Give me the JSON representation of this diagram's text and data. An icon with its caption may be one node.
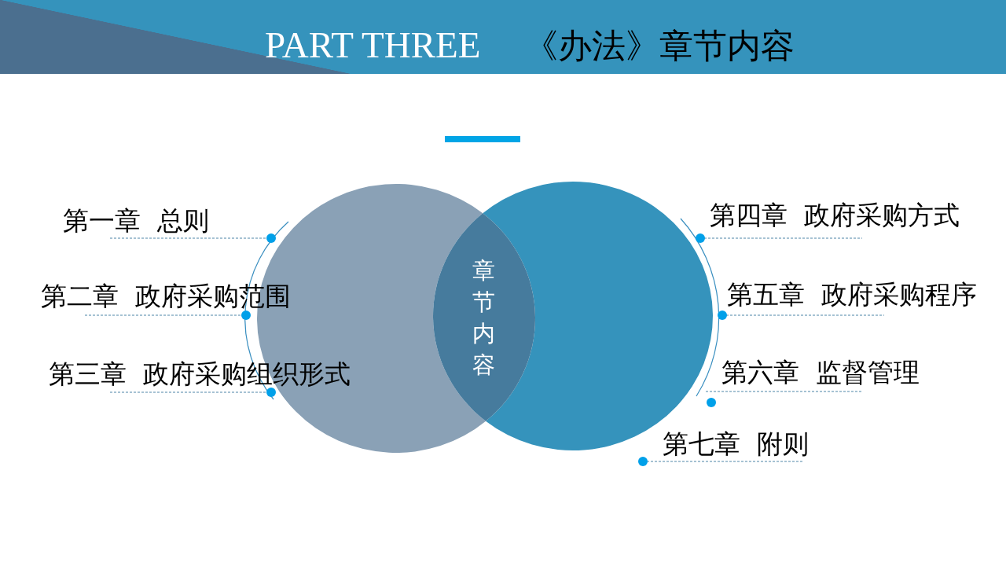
{
  "diagram": {
    "title": "PART THREE    《办法》章节内容",
    "nodes": [
      {
        "text": [],
        "shape": "circle"
      },
      {
        "text": [
          "章节内容"
        ]
      },
      {
        "text": [],
        "shape": "circle"
      }
    ],
    "labels": [
      "第一章  总则",
      "第二章  政府采购范围",
      "第三章  政府采购组织形式",
      "第四章  政府采购方式",
      "第五章  政府采购程序",
      "第六章  监督管理",
      "第七章  附则"
    ]
  }
}
